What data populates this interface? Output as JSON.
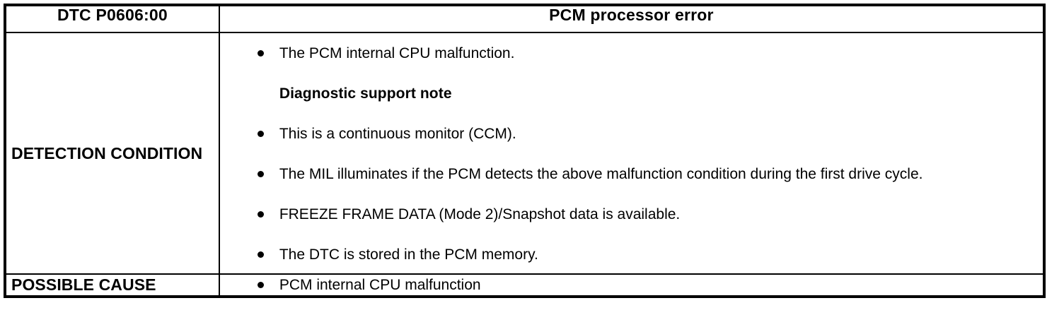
{
  "table": {
    "header": {
      "dtc_code": "DTC P0606:00",
      "fault_name": "PCM processor error"
    },
    "rows": [
      {
        "label": "DETECTION CONDITION",
        "items": [
          {
            "type": "bullet",
            "text": "The PCM internal CPU malfunction."
          },
          {
            "type": "heading",
            "text": "Diagnostic support note"
          },
          {
            "type": "bullet",
            "text": "This is a continuous monitor (CCM)."
          },
          {
            "type": "bullet",
            "text": "The MIL illuminates if the PCM detects the above malfunction condition during the first drive cycle."
          },
          {
            "type": "bullet",
            "text": "FREEZE FRAME DATA (Mode 2)/Snapshot data is available."
          },
          {
            "type": "bullet",
            "text": "The DTC is stored in the PCM memory."
          }
        ]
      },
      {
        "label": "POSSIBLE CAUSE",
        "items": [
          {
            "type": "bullet",
            "text": "PCM internal CPU malfunction"
          }
        ]
      }
    ]
  },
  "style": {
    "border_color": "#000000",
    "text_color": "#000000",
    "background": "#ffffff"
  }
}
